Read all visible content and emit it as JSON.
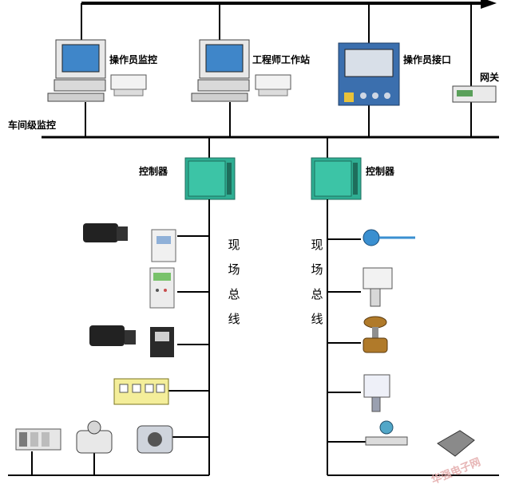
{
  "labels": {
    "operator_monitor": "操作员监控",
    "engineer_station": "工程师工作站",
    "operator_interface": "操作员接口",
    "gateway": "网关",
    "workshop_monitor": "车间级监控",
    "controller_left": "控制器",
    "controller_right": "控制器",
    "fieldbus_left": "现场总线",
    "fieldbus_right": "现场总线"
  },
  "colors": {
    "line": "#000000",
    "controller": "#2fae93",
    "monitor": "#e8e8e8",
    "screen": "#3f86c9",
    "device_yellow": "#f4ee9a",
    "valve_brown": "#b07a2a"
  },
  "icons": {
    "computer": "computer-workstation-icon",
    "printer": "printer-icon",
    "hmi": "operator-panel-icon",
    "gateway": "gateway-device-icon",
    "controller": "controller-cabinet-icon",
    "motor": "servo-motor-icon",
    "drive": "drive-icon",
    "terminal": "terminal-module-icon",
    "io": "io-module-icon",
    "pump": "pump-icon",
    "camera": "camera-icon",
    "sensor": "temperature-sensor-icon",
    "actuator": "actuator-icon",
    "valve": "control-valve-icon",
    "transmitter": "transmitter-icon",
    "flowmeter": "flowmeter-icon",
    "nozzle": "nozzle-icon"
  },
  "watermark": "华强电子网"
}
